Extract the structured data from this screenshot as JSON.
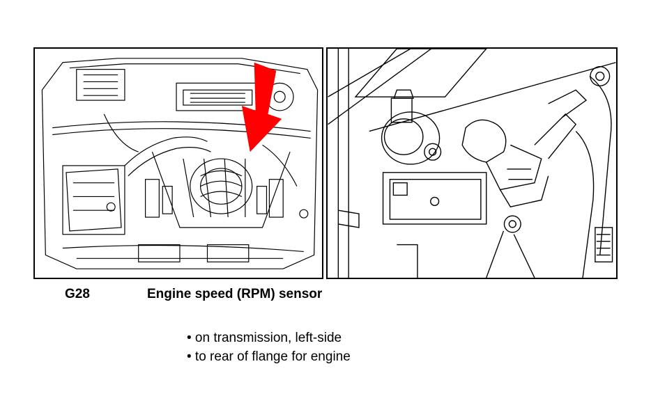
{
  "caption": {
    "code": "G28",
    "title": "Engine speed (RPM) sensor"
  },
  "bullets": [
    "• on transmission, left‑side",
    "• to rear of flange for engine"
  ],
  "colors": {
    "arrow": "#ff0000",
    "line": "#000000",
    "background": "#ffffff"
  }
}
